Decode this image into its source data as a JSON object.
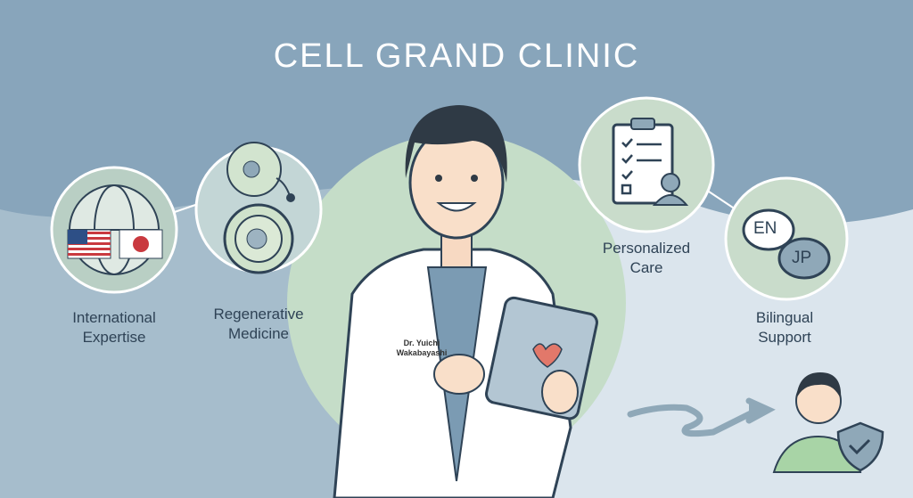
{
  "title": "CELL GRAND CLINIC",
  "features": [
    {
      "label_line1": "International",
      "label_line2": "Expertise"
    },
    {
      "label_line1": "Regenerative",
      "label_line2": "Medicine"
    },
    {
      "label_line1": "Personalized",
      "label_line2": "Care"
    },
    {
      "label_line1": "Bilingual",
      "label_line2": "Support"
    }
  ],
  "doctor": {
    "name_line1": "Dr. Yuichi",
    "name_line2": "Wakabayashi"
  },
  "languages": {
    "en": "EN",
    "jp": "JP"
  },
  "colors": {
    "top_bg": "#88a5bb",
    "left_bg": "#a6bdcc",
    "right_bg": "#dbe5ed",
    "green": "#c5ddc8"
  }
}
